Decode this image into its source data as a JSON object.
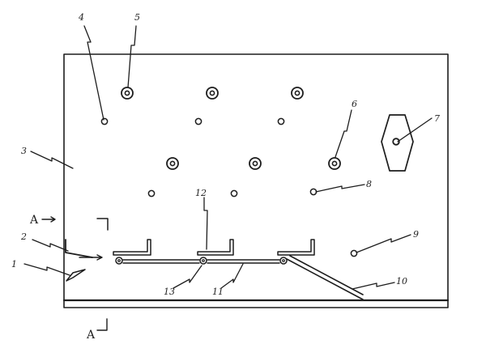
{
  "labels": {
    "l1": "1",
    "l2": "2",
    "l3": "3",
    "l4": "4",
    "l5": "5",
    "l6": "6",
    "l7": "7",
    "l8": "8",
    "l9": "9",
    "l10": "10",
    "l11": "11",
    "l12": "12",
    "l13": "13",
    "section_top": "A",
    "section_bottom": "A"
  },
  "colors": {
    "ink": "#1d1d1d",
    "background": "#ffffff"
  }
}
